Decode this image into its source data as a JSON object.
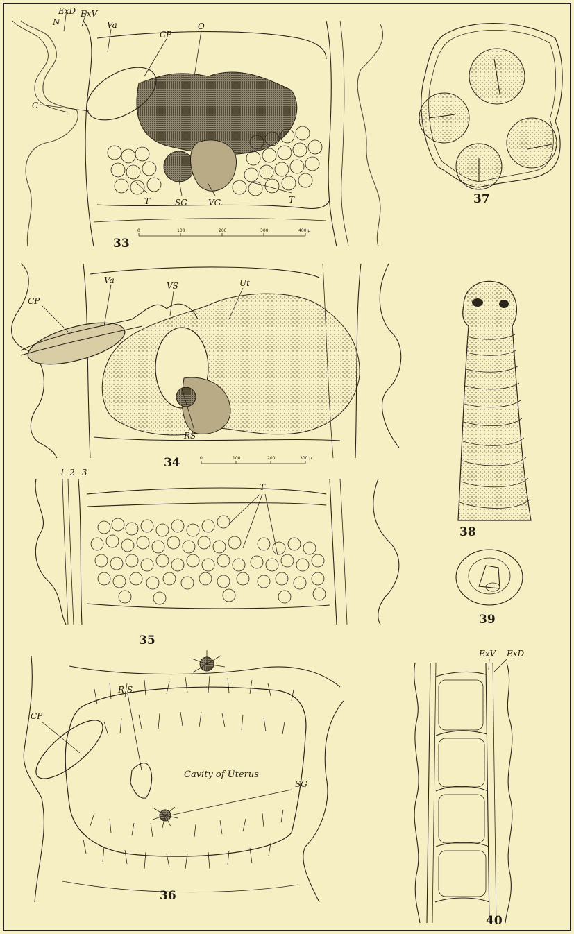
{
  "figures": {
    "fig33": {
      "number": "33",
      "labels": {
        "exd": "ExD",
        "exv": "ExV",
        "n": "N",
        "va": "Va",
        "cp": "CP",
        "o": "O",
        "c": "C",
        "t1": "T",
        "sg": "SG",
        "vg": "VG.",
        "t2": "T"
      },
      "scale": {
        "ticks": [
          "0",
          "100",
          "200",
          "300",
          "400 μ"
        ]
      }
    },
    "fig34": {
      "number": "34",
      "labels": {
        "cp": "CP",
        "va": "Va",
        "vs": "VS",
        "ut": "Ut",
        "rs": "RS"
      },
      "scale": {
        "ticks": [
          "0",
          "100",
          "200",
          "300 μ"
        ]
      }
    },
    "fig35": {
      "number": "35",
      "labels": {
        "n1": "1",
        "n2": "2",
        "n3": "3",
        "t": "T"
      }
    },
    "fig36": {
      "number": "36",
      "labels": {
        "rs": "R.S.",
        "cp": "CP",
        "cavity": "Cavity of Uterus",
        "sg": "SG"
      }
    },
    "fig37": {
      "number": "37"
    },
    "fig38": {
      "number": "38"
    },
    "fig39": {
      "number": "39"
    },
    "fig40": {
      "number": "40",
      "labels": {
        "exv": "ExV",
        "exd": "ExD"
      }
    }
  }
}
